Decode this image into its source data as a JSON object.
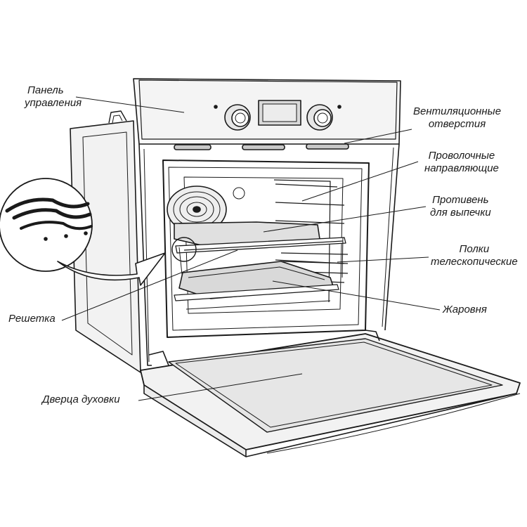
{
  "labels": {
    "control_panel": [
      "Панель",
      "управления"
    ],
    "vents": [
      "Вентиляционные",
      "отверстия"
    ],
    "wire_guides": [
      "Проволочные",
      "направляющие"
    ],
    "baking_tray": [
      "Противень",
      "для выпечки"
    ],
    "telescopic_shelves": [
      "Полки",
      "телескопические"
    ],
    "grill": "Решетка",
    "roasting_pan": "Жаровня",
    "oven_door": "Дверца духовки"
  },
  "colors": {
    "line": "#1a1a1a",
    "panel": "#e6e6e6",
    "glass": "#d9d9d9",
    "shade": "#c8c8c8",
    "bg": "#ffffff"
  }
}
